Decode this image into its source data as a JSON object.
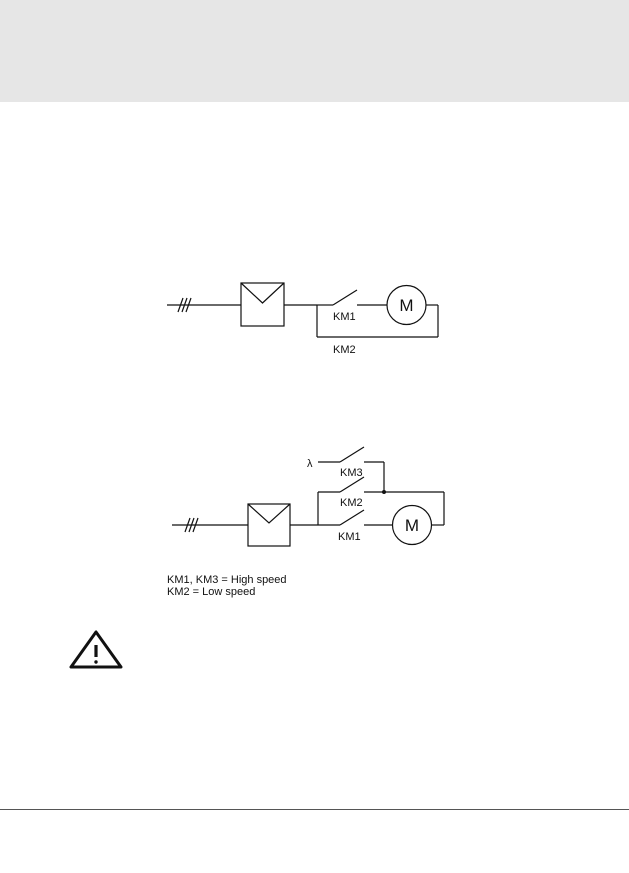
{
  "diagram1": {
    "contactor_labels": [
      "KM1",
      "KM2"
    ],
    "motor_label": "M"
  },
  "diagram2": {
    "contactor_labels": [
      "KM3",
      "KM2",
      "KM1"
    ],
    "motor_label": "M",
    "input_symbol": "λ"
  },
  "legend": {
    "line1": "KM1, KM3 = High speed",
    "line2": "KM2 = Low speed"
  },
  "icons": {
    "warning": "warning-triangle-icon"
  }
}
